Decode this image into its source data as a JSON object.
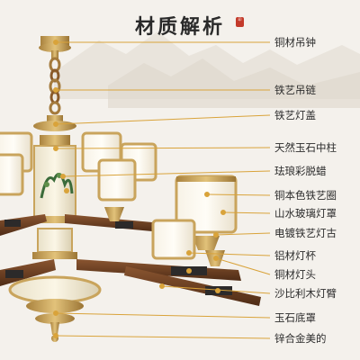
{
  "title": "材质解析",
  "labels": [
    "铜材吊钟",
    "铁艺吊链",
    "铁艺灯盖",
    "天然玉石中柱",
    "珐琅彩脱蜡",
    "铜本色铁艺圈",
    "山水玻璃灯罩",
    "电镀铁艺灯古",
    "铝材灯杯",
    "铜材灯头",
    "沙比利木灯臂",
    "玉石底罩",
    "锌合金美的"
  ],
  "colors": {
    "background": "#f4f1ec",
    "brass": "#c9a45c",
    "wood": "#6b3f23",
    "glass": "#f3ede0",
    "leader": "#d9a33a",
    "seal": "#c33a2a"
  }
}
